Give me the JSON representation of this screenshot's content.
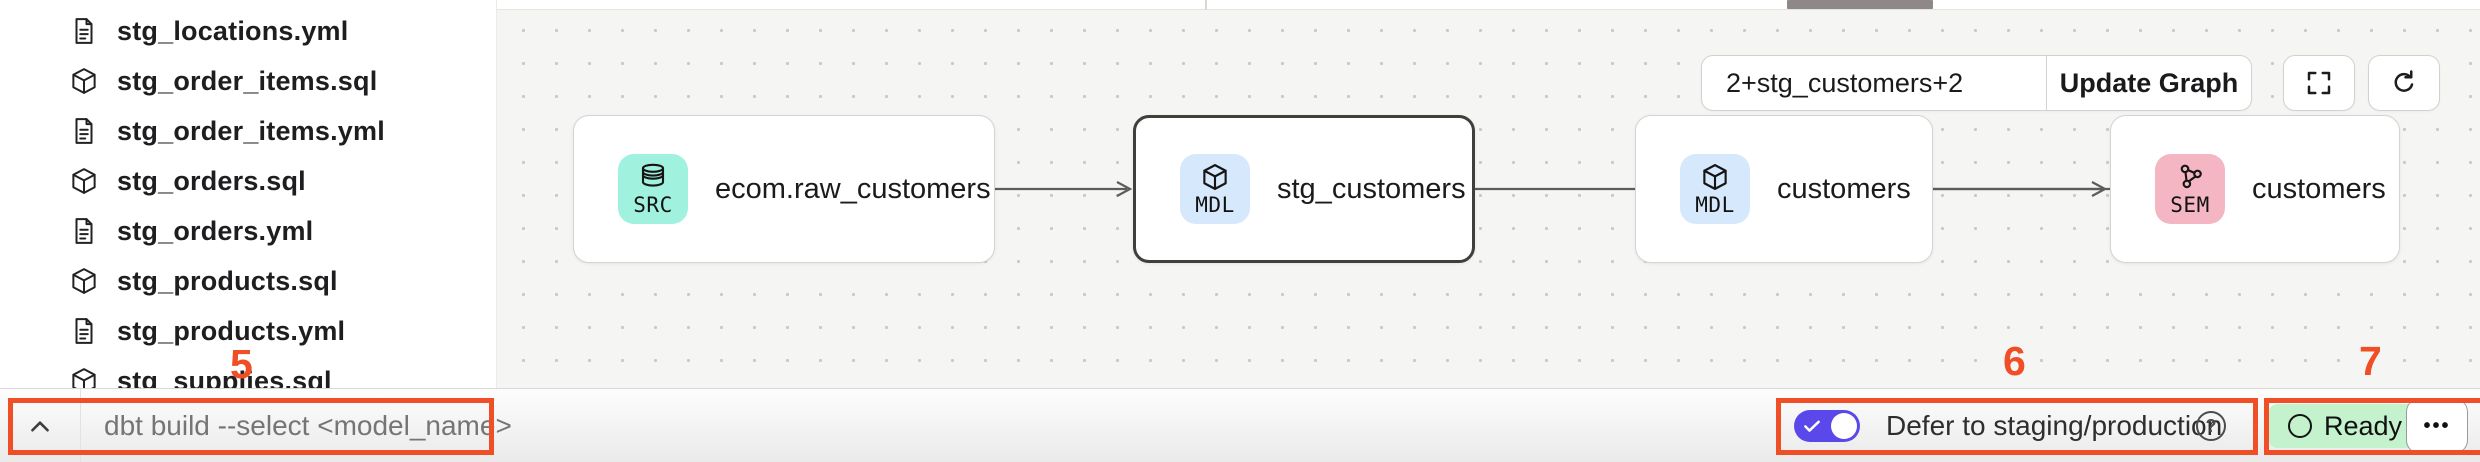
{
  "sidebar": {
    "files": [
      {
        "name": "stg_locations.yml",
        "icon": "yml-file-icon"
      },
      {
        "name": "stg_order_items.sql",
        "icon": "sql-model-cube-icon"
      },
      {
        "name": "stg_order_items.yml",
        "icon": "yml-file-icon"
      },
      {
        "name": "stg_orders.sql",
        "icon": "sql-model-cube-icon"
      },
      {
        "name": "stg_orders.yml",
        "icon": "yml-file-icon"
      },
      {
        "name": "stg_products.sql",
        "icon": "sql-model-cube-icon"
      },
      {
        "name": "stg_products.yml",
        "icon": "yml-file-icon"
      },
      {
        "name": "stg_supplies.sql",
        "icon": "sql-model-cube-icon"
      }
    ]
  },
  "lineage": {
    "selector_value": "2+stg_customers+2",
    "update_button_label": "Update Graph",
    "nodes": [
      {
        "badge": "SRC",
        "type": "source",
        "label": "ecom.raw_customers",
        "selected": false
      },
      {
        "badge": "MDL",
        "type": "model",
        "label": "stg_customers",
        "selected": true
      },
      {
        "badge": "MDL",
        "type": "model",
        "label": "customers",
        "selected": false
      },
      {
        "badge": "SEM",
        "type": "semantic",
        "label": "customers",
        "selected": false
      }
    ]
  },
  "bottom_bar": {
    "command_placeholder": "dbt build --select <model_name>",
    "defer_toggle_label": "Defer to staging/production",
    "defer_toggle_state": "on",
    "help_glyph": "?",
    "ready_label": "Ready",
    "ellipsis_glyph": "•••"
  },
  "annotations": {
    "label_5": "5",
    "label_6": "6",
    "label_7": "7"
  },
  "colors": {
    "annotation_red": "#f04e26",
    "toggle_purple": "#5b48ea",
    "ready_green_bg": "#c3f2cd",
    "badge_source_mint": "#a0f2de",
    "badge_model_blue": "#d6e8fc",
    "badge_semantic_pink": "#f4b6c2",
    "canvas_bg": "#f5f5f4"
  }
}
